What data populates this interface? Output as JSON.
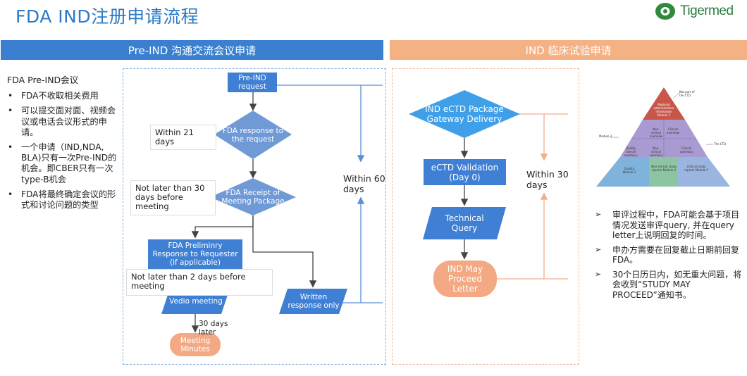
{
  "page_title": "FDA IND注册申请流程",
  "logo": {
    "text": "Tigermed",
    "color": "#2a7a3d"
  },
  "bands": {
    "left": "Pre-IND 沟通交流会议申请",
    "right": "IND 临床试验申请"
  },
  "sidebar": {
    "title": "FDA Pre-IND会议",
    "items": [
      "FDA不收取相关费用",
      "可以提交面对面、视频会议或电话会议形式的申请。",
      "一个申请（IND,NDA, BLA)只有一次Pre-IND的机会。即CBER只有一次type-B机会",
      "FDA将最终确定会议的形式和讨论问题的类型"
    ]
  },
  "pre_ind_flow": {
    "request": "Pre-IND request",
    "fda_response": "FDA response to the request",
    "receipt": "FDA Receipt of Meeting Package",
    "preliminary": "FDA Preliminry Response to Requester (if applicable)",
    "video": "Vedio meeting",
    "written": "Written response only",
    "minutes": "Meeting Minutes",
    "note_21": "Within 21 days",
    "note_30": "Not later than 30 days before meeting",
    "note_2": "Not later than 2 days before meeting",
    "within_60": "Within 60 days",
    "after_30": "30 days later"
  },
  "ind_flow": {
    "gateway": "IND eCTD Package Gateway Delivery",
    "validation": "eCTD Validation (Day 0)",
    "query": "Technical Query",
    "proceed": "IND May Proceed Letter",
    "within_30": "Within 30 days"
  },
  "ctd_pyramid": {
    "labels": {
      "not_part": "Not part of the CTD",
      "the_ctd": "The CTD",
      "module2": "Module 2",
      "regional": "Regional administrative information Module 1",
      "nonclinical_overview": "Non-clinical overview",
      "clinical_overview": "Clinical overview",
      "quality_summary": "Quality overall summary",
      "nonclinical_summary": "Non-clinical summary",
      "clinical_summary": "Clinical summary",
      "quality": "Quality Module 3",
      "nonclinical_reports": "Non-clinical study reports Module 4",
      "clinical_reports": "Clinical study reports Module 5"
    }
  },
  "right_notes": [
    "审评过程中，FDA可能会基于项目情况发送审评query, 并在query letter上说明回复的时间。",
    "申办方需要在回复截止日期前回复FDA。",
    "30个日历日内，如无重大问题，将会收到“STUDY MAY PROCEED”通知书。"
  ],
  "colors": {
    "title_blue": "#2d7bc4",
    "band_blue": "#3b7fd0",
    "band_orange": "#f4b183",
    "process_blue": "#3f7fd4",
    "decision_blue": "#6f9ad6",
    "terminal_orange": "#f3a983",
    "line_blue": "#5b8fd6",
    "line_orange": "#f2ad8d"
  }
}
